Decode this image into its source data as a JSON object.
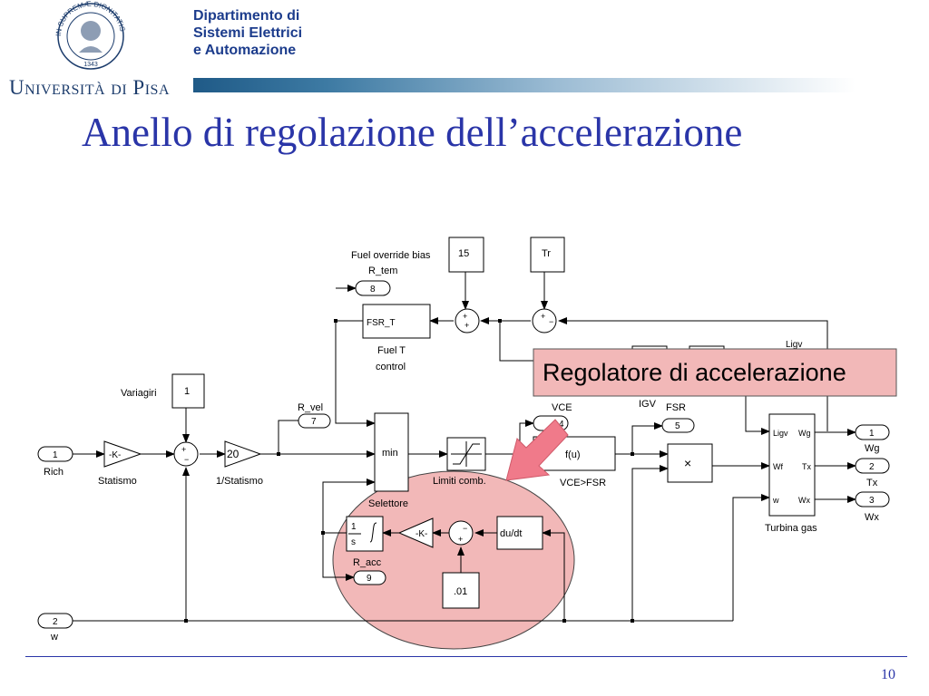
{
  "header": {
    "university": "Università di Pisa",
    "seal_text": "IN SUPREMÆ DIGNITATIS",
    "seal_year": "1343",
    "department": [
      "Dipartimento di",
      "Sistemi Elettrici",
      "e Automazione"
    ]
  },
  "slide": {
    "title": "Anello di regolazione dell’accelerazione",
    "page_number": "10"
  },
  "colors": {
    "title": "#2a35a8",
    "highlight_fill": "#f2b8b8",
    "arrow": "#f07a8a",
    "ellipse": "#f0b0b0"
  },
  "diagram": {
    "ports": {
      "rich": {
        "num": "1",
        "label": "Rich"
      },
      "w": {
        "num": "2",
        "label": "w"
      },
      "r_vel": {
        "num": "7",
        "label": "R_vel"
      },
      "r_tem": {
        "num": "8",
        "label": "R_tem"
      },
      "r_acc": {
        "num": "9",
        "label": "R_acc"
      },
      "vce": {
        "num": "4",
        "label": "VCE"
      },
      "fsr": {
        "num": "5",
        "label": "FSR"
      },
      "wg": {
        "num": "1",
        "label": "Wg"
      },
      "tx": {
        "num": "2",
        "label": "Tx"
      },
      "wx": {
        "num": "3",
        "label": "Wx"
      }
    },
    "blocks": {
      "variagiri": {
        "label": "Variagiri",
        "value": "1"
      },
      "statismo": {
        "value": "-K-",
        "label": "Statismo"
      },
      "inv_statismo": {
        "value": "20",
        "label": "1/Statismo"
      },
      "fuel_override": {
        "label": "Fuel override bias",
        "value": "15"
      },
      "tr": {
        "value": "Tr"
      },
      "fsr_t": {
        "value": "FSR_T",
        "label1": "Fuel T",
        "label2": "control"
      },
      "min": {
        "value": "min",
        "label": "Selettore"
      },
      "limiti": {
        "label": "Limiti comb."
      },
      "fu": {
        "value": "f(u)",
        "label": "VCE>FSR"
      },
      "product": {
        "value": "×"
      },
      "turbina": {
        "label": "Turbina gas",
        "in1": "Ligv",
        "in2": "Wf",
        "in3": "w",
        "out1": "Wg",
        "out2": "Tx",
        "out3": "Wx"
      },
      "integrator": {
        "num": "1",
        "den": "s"
      },
      "gain_acc": {
        "value": "-K-"
      },
      "dudt": {
        "value": "du/dt"
      },
      "const01": {
        "value": ".01"
      },
      "igv": {
        "label": "IGV"
      },
      "ligv_partial": {
        "label": "Ligv"
      }
    },
    "callout": "Regolatore di accelerazione"
  }
}
